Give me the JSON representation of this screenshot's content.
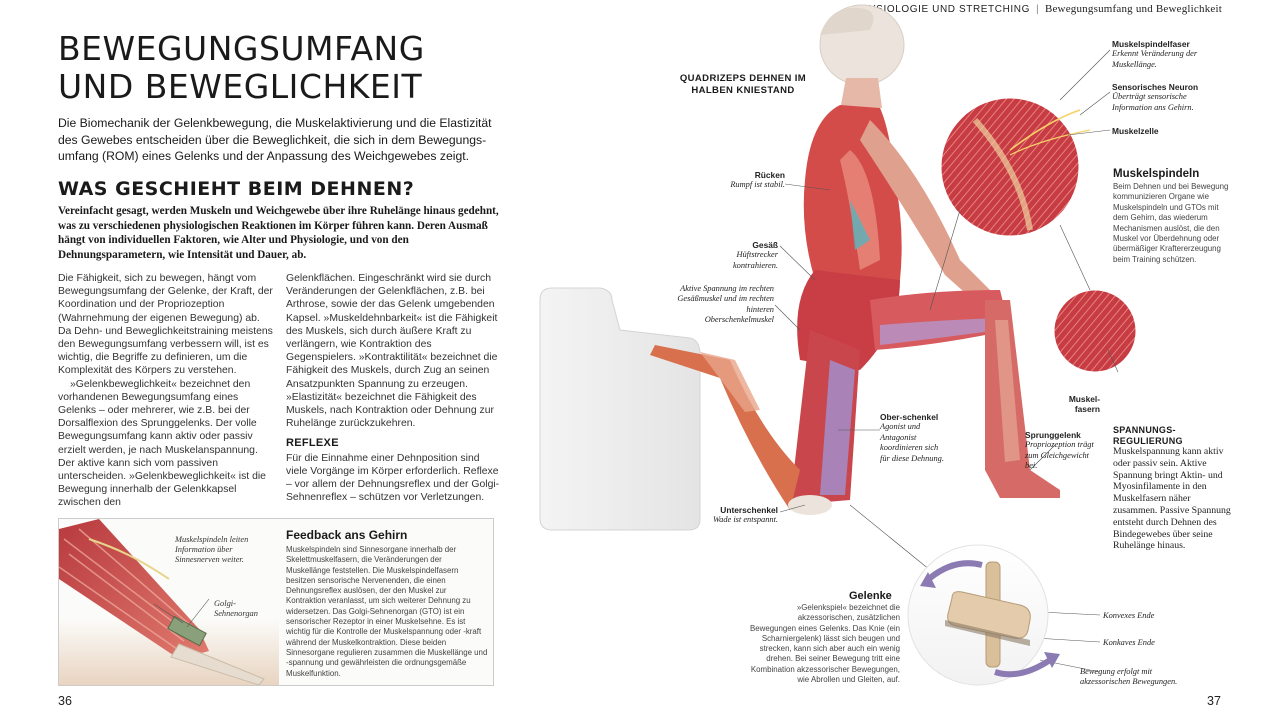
{
  "header": {
    "section": "PHYSIOLOGIE UND STRETCHING",
    "separator": "|",
    "subsection": "Bewegungsumfang und Beweglichkeit"
  },
  "left_page": {
    "title_line1": "BEWEGUNGSUMFANG",
    "title_line2": "UND BEWEGLICHKEIT",
    "intro": "Die Biomechanik der Gelenkbewegung, die Muskelaktivierung und die Elastizität des Gewebes entscheiden über die Beweglichkeit, die sich in dem Bewegungs­umfang (ROM) eines Gelenks und der Anpassung des Weichgewebes zeigt.",
    "section_title": "WAS GESCHIEHT BEIM DEHNEN?",
    "lead": "Vereinfacht gesagt, werden Muskeln und Weichgewebe über ihre Ruhelänge hinaus gedehnt, was zu verschiedenen physiologischen Reaktionen im Körper führen kann. Deren Ausmaß hängt von individuellen Faktoren, wie Alter und Physiologie, und von den Dehnungsparametern, wie Intensität und Dauer, ab.",
    "col1_p1": "Die Fähigkeit, sich zu bewegen, hängt vom Bewegungsumfang der Gelenke, der Kraft, der Koordination und der Propriozeption (Wahrnehmung der eigenen Bewegung) ab. Da Dehn- und Beweglichkeitstraining meistens den Bewegungsumfang verbessern will, ist es wichtig, die Begriffe zu definieren, um die Komplexität des Körpers zu verstehen.",
    "col1_p2": "»Gelenkbeweglichkeit« bezeichnet den vorhandenen Bewegungsumfang eines Gelenks – oder mehrerer, wie z.B. bei der Dorsalflexion des Sprunggelenks. Der volle Bewegungsumfang kann aktiv oder passiv erzielt werden, je nach Muskelanspannung. Der aktive kann sich vom passiven unterscheiden. »Gelenkbeweglichkeit« ist die Bewegung innerhalb der Gelenkkapsel zwischen den",
    "col2_p1": "Gelenkflächen. Eingeschränkt wird sie durch Veränderungen der Gelenkflächen, z.B. bei Arthrose, sowie der das Gelenk umgebenden Kapsel. »Muskeldehnbarkeit« ist die Fähigkeit des Muskels, sich durch äußere Kraft zu verlängern, wie Kontraktion des Gegenspielers. »Kontraktilität« bezeichnet die Fähigkeit des Muskels, durch Zug an seinen Ansatzpunkten Spannung zu erzeugen. »Elastizität« bezeichnet die Fähigkeit des Muskels, nach Kontraktion oder Dehnung zur Ruhelänge zurückzukehren.",
    "reflexe_title": "REFLEXE",
    "col2_p2": "Für die Einnahme einer Dehnposition sind viele Vorgänge im Körper erforderlich. Reflexe – vor allem der Dehnungsreflex und der Golgi-Sehnenreflex – schützen vor Verletzungen.",
    "feedback": {
      "title": "Feedback ans Gehirn",
      "text": "Muskelspindeln sind Sinnesorgane innerhalb der Skelettmuskelfasern, die Veränderungen der Muskellänge feststellen. Die Muskelspindelfasern besitzen sensorische Nervenenden, die einen Dehnungsreflex auslösen, der den Muskel zur Kontraktion veranlasst, um sich weiterer Dehnung zu widersetzen. Das Golgi-Sehnenorgan (GTO) ist ein sensorischer Rezeptor in einer Muskelsehne. Es ist wichtig für die Kontrolle der Muskelspannung oder -kraft während der Muskelkontraktion. Diese beiden Sinnesorgane regulieren zusammen die Muskellänge und -spannung und gewährleisten die ordnungsgemäße Muskelfunktion.",
      "label_spindeln": "Muskelspindeln leiten Information über Sinnesnerven weiter.",
      "label_golgi": "Golgi-Sehnenorgan"
    },
    "page_number": "36"
  },
  "right_page": {
    "quad_title": "QUADRIZEPS DEHNEN IM HALBEN KNIESTAND",
    "labels": {
      "ruecken_b": "Rücken",
      "ruecken_i": "Rumpf ist stabil.",
      "gesaess_b": "Gesäß",
      "gesaess_i": "Hüftstrecker kontrahieren.",
      "aktiv_i": "Aktive Spannung im rechten Gesäßmuskel und im rechten hinteren Oberschenkelmuskel",
      "unter_b": "Unterschenkel",
      "unter_i": "Wade ist entspannt.",
      "ober_b": "Ober-schenkel",
      "ober_i": "Agonist und Antagonist koordinieren sich für diese Dehnung.",
      "sprung_b": "Sprunggelenk",
      "sprung_i": "Propriozeption trägt zum Gleichgewicht bei.",
      "faser_b": "Muskelspindelfaser",
      "faser_i": "Erkennt Veränderung der Muskellänge.",
      "neuron_b": "Sensorisches Neuron",
      "neuron_i": "Überträgt sensorische Information ans Gehirn.",
      "zelle_b": "Muskelzelle",
      "fasern_b": "Muskel-fasern"
    },
    "muskelspindeln_title": "Muskelspindeln",
    "muskelspindeln_text": "Beim Dehnen und bei Bewegung kommunizieren Organe wie Muskelspindeln und GTOs mit dem Gehirn, das wiederum Mechanismen auslöst, die den Muskel vor Überdehnung oder übermäßiger Kraftererzeugung beim Training schützen.",
    "spannung_title_1": "SPANNUNGS-",
    "spannung_title_2": "REGULIERUNG",
    "spannung_text": "Muskelspannung kann aktiv oder passiv sein. Aktive Spannung bringt Aktin- und Myosinfilamente in den Muskelfasern näher zusammen. Passive Spannung entsteht durch Dehnen des Bindegewebes über seine Ruhelänge hinaus.",
    "gelenke_title": "Gelenke",
    "gelenke_text": "»Gelenkspiel« bezeichnet die akzessorischen, zusätzlichen Bewegungen eines Gelenks. Das Knie (ein Scharniergelenk) lässt sich beugen und strecken, kann sich aber auch ein wenig drehen. Bei seiner Bewegung tritt eine Kombination akzessorischer Bewegungen, wie Abrollen und Gleiten, auf.",
    "konvex": "Konvexes Ende",
    "konkav": "Konkaves Ende",
    "bewegung": "Bewegung erfolgt mit akzessorischen Bewegungen.",
    "page_number": "37"
  },
  "colors": {
    "muscle_red": "#c8434a",
    "muscle_light": "#e89a8a",
    "muscle_purple": "#a48ec8",
    "skin": "#ede3da",
    "joint_arrow": "#8c7bb3"
  }
}
